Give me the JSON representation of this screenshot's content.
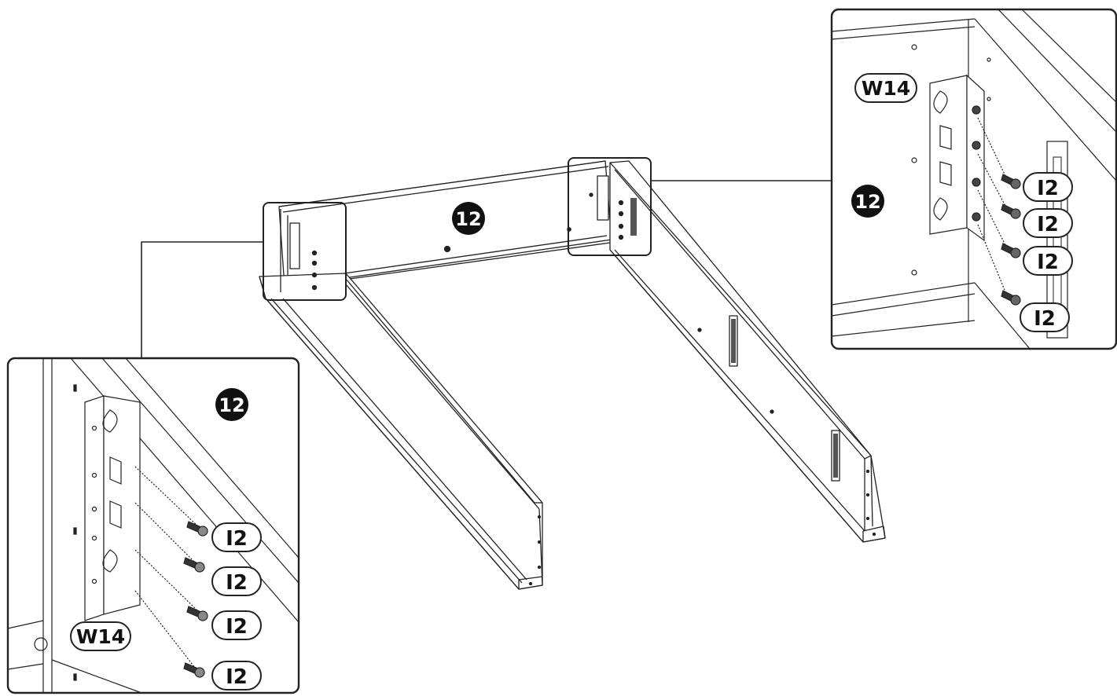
{
  "main_part_label": "12",
  "left_detail": {
    "part_label": "12",
    "bracket_label": "W14",
    "screw_labels": [
      "I2",
      "I2",
      "I2",
      "I2"
    ]
  },
  "right_detail": {
    "part_label": "12",
    "bracket_label": "W14",
    "screw_labels": [
      "I2",
      "I2",
      "I2",
      "I2"
    ]
  }
}
